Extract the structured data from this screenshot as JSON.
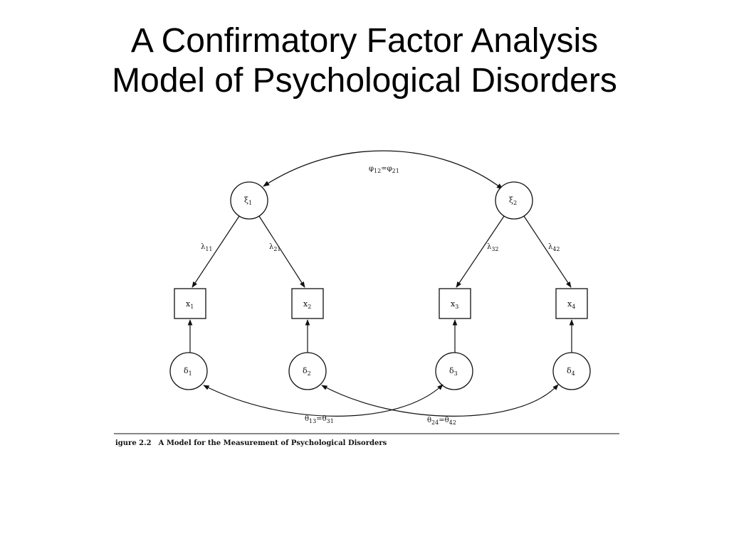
{
  "slide": {
    "title_line1": "A Confirmatory Factor Analysis",
    "title_line2": "Model of Psychological Disorders"
  },
  "diagram": {
    "latent_factors": [
      {
        "symbol": "ξ",
        "sub": "1"
      },
      {
        "symbol": "ξ",
        "sub": "2"
      }
    ],
    "indicators": [
      {
        "symbol": "x",
        "sub": "1"
      },
      {
        "symbol": "x",
        "sub": "2"
      },
      {
        "symbol": "x",
        "sub": "3"
      },
      {
        "symbol": "x",
        "sub": "4"
      }
    ],
    "errors": [
      {
        "symbol": "δ",
        "sub": "1"
      },
      {
        "symbol": "δ",
        "sub": "2"
      },
      {
        "symbol": "δ",
        "sub": "3"
      },
      {
        "symbol": "δ",
        "sub": "4"
      }
    ],
    "loadings": [
      {
        "symbol": "λ",
        "sub": "11"
      },
      {
        "symbol": "λ",
        "sub": "21"
      },
      {
        "symbol": "λ",
        "sub": "32"
      },
      {
        "symbol": "λ",
        "sub": "42"
      }
    ],
    "factor_covariance": {
      "a": "φ",
      "a_sub": "12",
      "eq": "=",
      "b": "φ",
      "b_sub": "21"
    },
    "error_covariances": [
      {
        "a": "θ",
        "a_sub": "13",
        "eq": "=",
        "b": "θ",
        "b_sub": "31"
      },
      {
        "a": "θ",
        "a_sub": "24",
        "eq": "=",
        "b": "θ",
        "b_sub": "42"
      }
    ],
    "caption": {
      "number": "igure 2.2",
      "text": "A Model for the Measurement of Psychological Disorders"
    }
  }
}
